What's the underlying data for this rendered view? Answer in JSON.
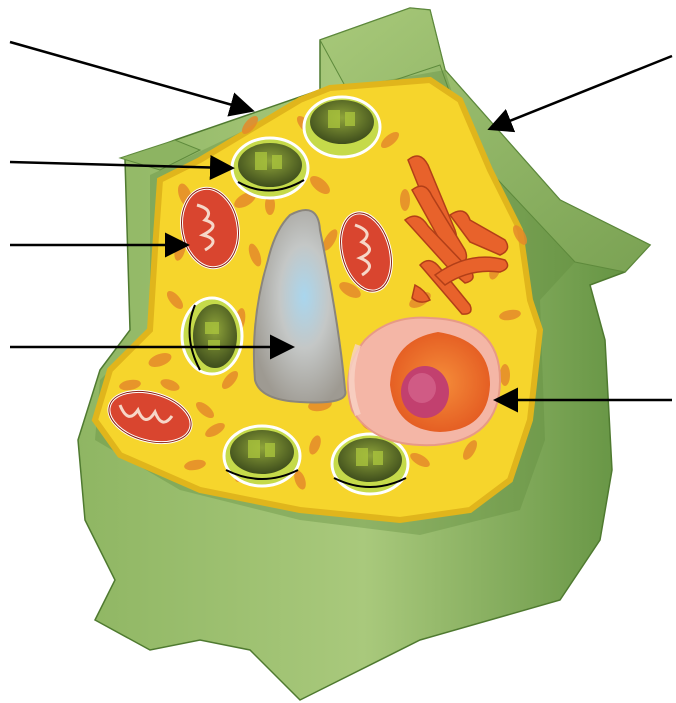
{
  "diagram": {
    "subject": "plant cell",
    "labels": [],
    "pointers": [
      {
        "target": "cell-membrane"
      },
      {
        "target": "chloroplast"
      },
      {
        "target": "mitochondrion"
      },
      {
        "target": "vacuole"
      },
      {
        "target": "cell-wall"
      },
      {
        "target": "nucleus"
      }
    ]
  },
  "colors": {
    "cell_wall_light": "#9cbf6e",
    "cell_wall_mid": "#7fa556",
    "cell_wall_dark": "#5e8a3c",
    "cytoplasm": "#f5d42a",
    "cytoplasm_edge": "#e0b51c",
    "vacuole": "#c9c9c4",
    "vacuole_glow": "#a9d6ee",
    "mitochondrion": "#d9452f",
    "nucleus_envelope": "#f4b6a6",
    "nucleus_inner": "#f07a2a",
    "nucleolus": "#c2406f",
    "chloroplast": "#b9cf3a",
    "golgi": "#e8622b",
    "arrow": "#000000"
  }
}
